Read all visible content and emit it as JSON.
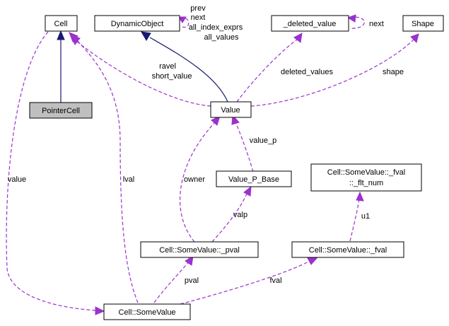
{
  "colors": {
    "inherit_edge": "#191970",
    "usage_edge": "#9a32cd",
    "highlight_node": "#bfbfbf"
  },
  "nodes": {
    "cell": "Cell",
    "pointer_cell": "PointerCell",
    "dynamic_object": "DynamicObject",
    "deleted_value": "_deleted_value",
    "shape": "Shape",
    "value": "Value",
    "value_p_base": "Value_P_Base",
    "fval_flt_num_line1": "Cell::SomeValue::_fval",
    "fval_flt_num_line2": "::_flt_num",
    "pval": "Cell::SomeValue::_pval",
    "fval": "Cell::SomeValue::_fval",
    "some_value": "Cell::SomeValue"
  },
  "edge_labels": {
    "self_dynobj": [
      "prev",
      "next",
      "all_index_exprs",
      "all_values"
    ],
    "self_deleted": "next",
    "ravel": "ravel",
    "short_value": "short_value",
    "deleted_values": "deleted_values",
    "shape": "shape",
    "value_p": "value_p",
    "owner": "owner",
    "valp": "valp",
    "u1": "u1",
    "value": "value",
    "lval": "lval",
    "pval": "pval",
    "fval": "fval"
  }
}
